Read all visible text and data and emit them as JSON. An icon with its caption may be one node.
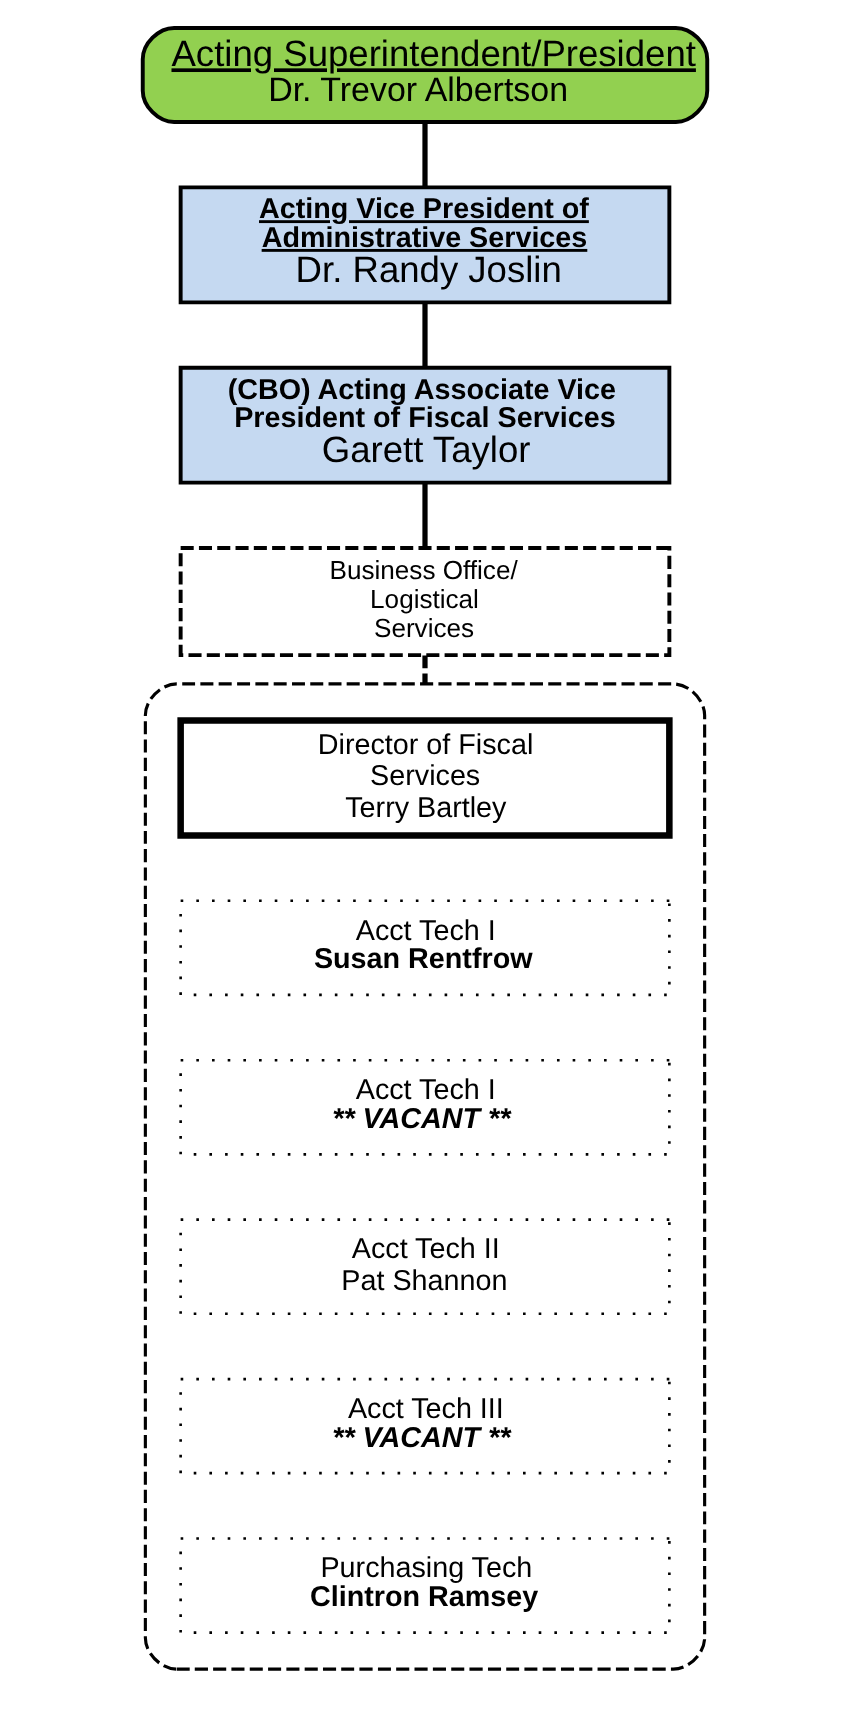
{
  "diagram": {
    "nodes": [
      {
        "text": [
          "Acting Superintendent/President",
          "Dr. Trevor Albertson"
        ]
      },
      {
        "text": [
          "Acting Vice President of Administrative Services",
          "Dr. Randy Joslin"
        ]
      },
      {
        "text": [
          "(CBO) Acting Associate Vice President of Fiscal Services",
          "Garett Taylor"
        ]
      },
      {
        "text": [
          "Business Office/ Logistical Services"
        ]
      },
      {
        "text": [],
        "shape": "box"
      },
      {
        "text": [
          "Director of Fiscal Services",
          "Terry Bartley"
        ],
        "in": 4
      },
      {
        "text": [
          "Acct Tech I",
          "Susan Rentfrow"
        ],
        "in": 4
      },
      {
        "text": [
          "Acct Tech I",
          "** VACANT **"
        ],
        "in": 4
      },
      {
        "text": [
          "Acct Tech II",
          "Pat Shannon"
        ],
        "in": 4
      },
      {
        "text": [
          "Acct Tech III",
          "** VACANT **"
        ],
        "in": 4
      },
      {
        "text": [
          "Purchasing Tech",
          "Clintron Ramsey"
        ],
        "in": 4
      }
    ],
    "edges": [
      {
        "from": 0,
        "to": 1,
        "arrow": "none"
      },
      {
        "from": 1,
        "to": 2,
        "arrow": "none"
      },
      {
        "from": 2,
        "to": 3,
        "arrow": "none"
      },
      {
        "from": 3,
        "to": 4,
        "arrow": "none",
        "style": "dashed"
      }
    ]
  }
}
